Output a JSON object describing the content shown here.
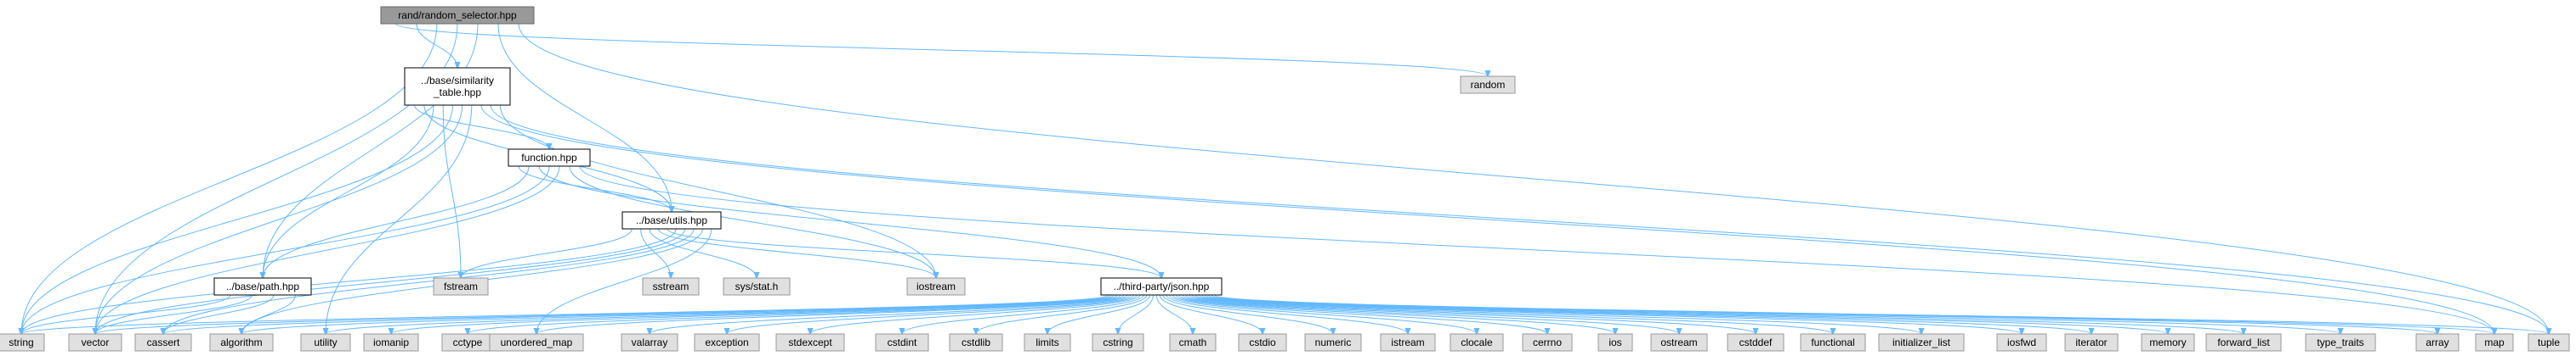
{
  "graph": {
    "nodes": [
      {
        "id": "rand_random_selector",
        "label": [
          "rand/random_selector.hpp"
        ],
        "kind": "root"
      },
      {
        "id": "random",
        "label": [
          "random"
        ],
        "kind": "sys"
      },
      {
        "id": "similarity_table",
        "label": [
          "../base/similarity",
          "_table.hpp"
        ],
        "kind": "file"
      },
      {
        "id": "function_hpp",
        "label": [
          "function.hpp"
        ],
        "kind": "file"
      },
      {
        "id": "utils_hpp",
        "label": [
          "../base/utils.hpp"
        ],
        "kind": "file"
      },
      {
        "id": "path_hpp",
        "label": [
          "../base/path.hpp"
        ],
        "kind": "file"
      },
      {
        "id": "json_hpp",
        "label": [
          "../third-party/json.hpp"
        ],
        "kind": "file"
      },
      {
        "id": "fstream",
        "label": [
          "fstream"
        ],
        "kind": "sys"
      },
      {
        "id": "sstream",
        "label": [
          "sstream"
        ],
        "kind": "sys"
      },
      {
        "id": "sys_stat",
        "label": [
          "sys/stat.h"
        ],
        "kind": "sys"
      },
      {
        "id": "iostream",
        "label": [
          "iostream"
        ],
        "kind": "sys"
      },
      {
        "id": "string",
        "label": [
          "string"
        ],
        "kind": "sys"
      },
      {
        "id": "vector",
        "label": [
          "vector"
        ],
        "kind": "sys"
      },
      {
        "id": "cassert",
        "label": [
          "cassert"
        ],
        "kind": "sys"
      },
      {
        "id": "algorithm",
        "label": [
          "algorithm"
        ],
        "kind": "sys"
      },
      {
        "id": "utility",
        "label": [
          "utility"
        ],
        "kind": "sys"
      },
      {
        "id": "iomanip",
        "label": [
          "iomanip"
        ],
        "kind": "sys"
      },
      {
        "id": "cctype",
        "label": [
          "cctype"
        ],
        "kind": "sys"
      },
      {
        "id": "unordered_map",
        "label": [
          "unordered_map"
        ],
        "kind": "sys"
      },
      {
        "id": "valarray",
        "label": [
          "valarray"
        ],
        "kind": "sys"
      },
      {
        "id": "exception",
        "label": [
          "exception"
        ],
        "kind": "sys"
      },
      {
        "id": "stdexcept",
        "label": [
          "stdexcept"
        ],
        "kind": "sys"
      },
      {
        "id": "cstdint",
        "label": [
          "cstdint"
        ],
        "kind": "sys"
      },
      {
        "id": "cstdlib",
        "label": [
          "cstdlib"
        ],
        "kind": "sys"
      },
      {
        "id": "limits",
        "label": [
          "limits"
        ],
        "kind": "sys"
      },
      {
        "id": "cstring",
        "label": [
          "cstring"
        ],
        "kind": "sys"
      },
      {
        "id": "cmath",
        "label": [
          "cmath"
        ],
        "kind": "sys"
      },
      {
        "id": "cstdio",
        "label": [
          "cstdio"
        ],
        "kind": "sys"
      },
      {
        "id": "numeric",
        "label": [
          "numeric"
        ],
        "kind": "sys"
      },
      {
        "id": "istream",
        "label": [
          "istream"
        ],
        "kind": "sys"
      },
      {
        "id": "clocale",
        "label": [
          "clocale"
        ],
        "kind": "sys"
      },
      {
        "id": "cerrno",
        "label": [
          "cerrno"
        ],
        "kind": "sys"
      },
      {
        "id": "ios",
        "label": [
          "ios"
        ],
        "kind": "sys"
      },
      {
        "id": "ostream",
        "label": [
          "ostream"
        ],
        "kind": "sys"
      },
      {
        "id": "cstddef",
        "label": [
          "cstddef"
        ],
        "kind": "sys"
      },
      {
        "id": "functional",
        "label": [
          "functional"
        ],
        "kind": "sys"
      },
      {
        "id": "initializer_list",
        "label": [
          "initializer_list"
        ],
        "kind": "sys"
      },
      {
        "id": "iosfwd",
        "label": [
          "iosfwd"
        ],
        "kind": "sys"
      },
      {
        "id": "iterator",
        "label": [
          "iterator"
        ],
        "kind": "sys"
      },
      {
        "id": "memory",
        "label": [
          "memory"
        ],
        "kind": "sys"
      },
      {
        "id": "forward_list",
        "label": [
          "forward_list"
        ],
        "kind": "sys"
      },
      {
        "id": "type_traits",
        "label": [
          "type_traits"
        ],
        "kind": "sys"
      },
      {
        "id": "array",
        "label": [
          "array"
        ],
        "kind": "sys"
      },
      {
        "id": "map",
        "label": [
          "map"
        ],
        "kind": "sys"
      },
      {
        "id": "tuple",
        "label": [
          "tuple"
        ],
        "kind": "sys"
      }
    ],
    "edges": [
      [
        "rand_random_selector",
        "random"
      ],
      [
        "rand_random_selector",
        "similarity_table"
      ],
      [
        "rand_random_selector",
        "string"
      ],
      [
        "rand_random_selector",
        "vector"
      ],
      [
        "rand_random_selector",
        "path_hpp"
      ],
      [
        "rand_random_selector",
        "utils_hpp"
      ],
      [
        "rand_random_selector",
        "tuple"
      ],
      [
        "similarity_table",
        "function_hpp"
      ],
      [
        "similarity_table",
        "utils_hpp"
      ],
      [
        "similarity_table",
        "path_hpp"
      ],
      [
        "similarity_table",
        "fstream"
      ],
      [
        "similarity_table",
        "string"
      ],
      [
        "similarity_table",
        "vector"
      ],
      [
        "similarity_table",
        "utility"
      ],
      [
        "similarity_table",
        "map"
      ],
      [
        "similarity_table",
        "tuple"
      ],
      [
        "similarity_table",
        "iostream"
      ],
      [
        "function_hpp",
        "utils_hpp"
      ],
      [
        "function_hpp",
        "path_hpp"
      ],
      [
        "function_hpp",
        "json_hpp"
      ],
      [
        "function_hpp",
        "string"
      ],
      [
        "function_hpp",
        "vector"
      ],
      [
        "function_hpp",
        "iostream"
      ],
      [
        "function_hpp",
        "map"
      ],
      [
        "utils_hpp",
        "fstream"
      ],
      [
        "utils_hpp",
        "sstream"
      ],
      [
        "utils_hpp",
        "sys_stat"
      ],
      [
        "utils_hpp",
        "iostream"
      ],
      [
        "utils_hpp",
        "json_hpp"
      ],
      [
        "utils_hpp",
        "string"
      ],
      [
        "utils_hpp",
        "vector"
      ],
      [
        "utils_hpp",
        "cassert"
      ],
      [
        "utils_hpp",
        "algorithm"
      ],
      [
        "utils_hpp",
        "unordered_map"
      ],
      [
        "path_hpp",
        "string"
      ],
      [
        "path_hpp",
        "vector"
      ],
      [
        "path_hpp",
        "cassert"
      ],
      [
        "path_hpp",
        "algorithm"
      ],
      [
        "json_hpp",
        "string"
      ],
      [
        "json_hpp",
        "vector"
      ],
      [
        "json_hpp",
        "cassert"
      ],
      [
        "json_hpp",
        "algorithm"
      ],
      [
        "json_hpp",
        "utility"
      ],
      [
        "json_hpp",
        "iomanip"
      ],
      [
        "json_hpp",
        "cctype"
      ],
      [
        "json_hpp",
        "unordered_map"
      ],
      [
        "json_hpp",
        "valarray"
      ],
      [
        "json_hpp",
        "exception"
      ],
      [
        "json_hpp",
        "stdexcept"
      ],
      [
        "json_hpp",
        "cstdint"
      ],
      [
        "json_hpp",
        "cstdlib"
      ],
      [
        "json_hpp",
        "limits"
      ],
      [
        "json_hpp",
        "cstring"
      ],
      [
        "json_hpp",
        "cmath"
      ],
      [
        "json_hpp",
        "cstdio"
      ],
      [
        "json_hpp",
        "numeric"
      ],
      [
        "json_hpp",
        "istream"
      ],
      [
        "json_hpp",
        "clocale"
      ],
      [
        "json_hpp",
        "cerrno"
      ],
      [
        "json_hpp",
        "ios"
      ],
      [
        "json_hpp",
        "ostream"
      ],
      [
        "json_hpp",
        "cstddef"
      ],
      [
        "json_hpp",
        "functional"
      ],
      [
        "json_hpp",
        "initializer_list"
      ],
      [
        "json_hpp",
        "iosfwd"
      ],
      [
        "json_hpp",
        "iterator"
      ],
      [
        "json_hpp",
        "memory"
      ],
      [
        "json_hpp",
        "forward_list"
      ],
      [
        "json_hpp",
        "type_traits"
      ],
      [
        "json_hpp",
        "array"
      ],
      [
        "json_hpp",
        "map"
      ],
      [
        "json_hpp",
        "tuple"
      ]
    ]
  },
  "colors": {
    "edge": "#63b8ff",
    "root_fill": "#999999",
    "file_fill": "#ffffff",
    "sys_fill": "#e0e0e0"
  }
}
